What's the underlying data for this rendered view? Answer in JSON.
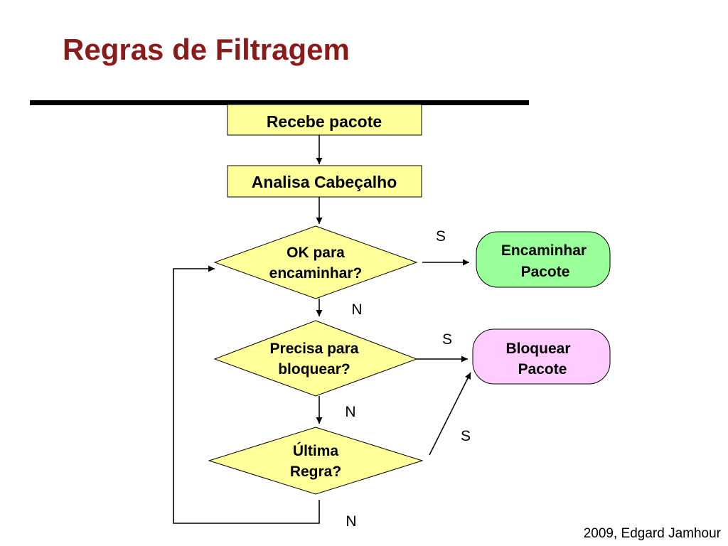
{
  "slide": {
    "title": "Regras de Filtragem",
    "footer": "2009, Edgard Jamhour"
  },
  "nodes": {
    "receive": {
      "text": "Recebe pacote"
    },
    "analyze": {
      "text": "Analisa Cabeçalho"
    },
    "ok_forward": {
      "line1": "OK para",
      "line2": "encaminhar?"
    },
    "need_block": {
      "line1": "Precisa para",
      "line2": "bloquear?"
    },
    "last_rule": {
      "line1": "Última",
      "line2": "Regra?"
    },
    "forward": {
      "line1": "Encaminhar",
      "line2": "Pacote"
    },
    "block": {
      "line1": "Bloquear",
      "line2": "Pacote"
    }
  },
  "edge_labels": {
    "ok_yes": "S",
    "ok_no": "N",
    "block_yes": "S",
    "block_no": "N",
    "last_yes": "S",
    "last_no": "N"
  },
  "colors": {
    "title": "#8b1a1a",
    "process_fill": "#ffff99",
    "decision_fill": "#ffff99",
    "forward_fill": "#99ff99",
    "block_fill": "#ffccff",
    "stroke": "#000000"
  }
}
